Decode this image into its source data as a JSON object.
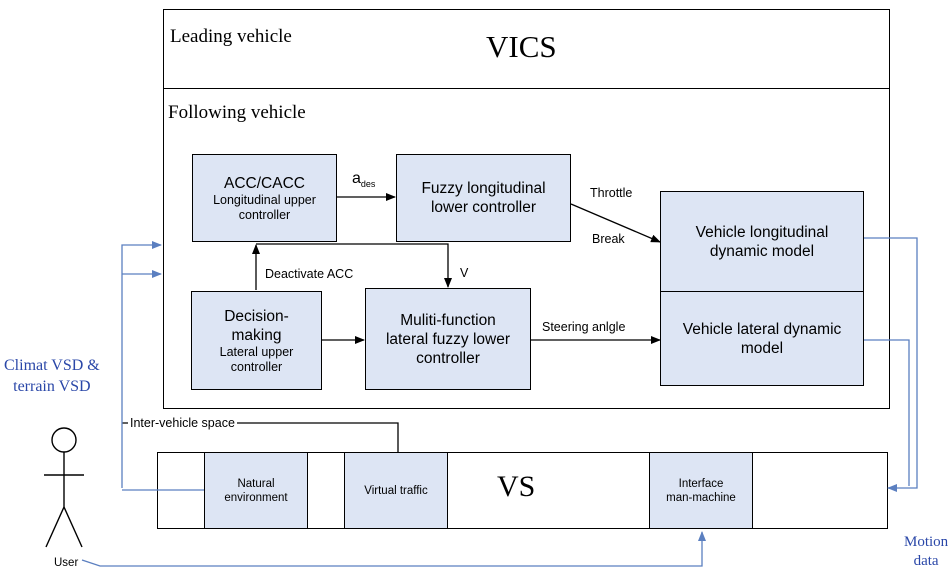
{
  "vics": {
    "leading_label": "Leading vehicle",
    "title": "VICS",
    "following_label": "Following vehicle"
  },
  "blocks": {
    "acc": {
      "line1": "ACC/CACC",
      "line2": "Longitudinal upper",
      "line3": "controller"
    },
    "fuzzy_long": {
      "line1": "Fuzzy longitudinal",
      "line2": "lower controller"
    },
    "veh_long": {
      "line1": "Vehicle longitudinal",
      "line2": "dynamic model"
    },
    "decision": {
      "line1": "Decision-",
      "line2": "making",
      "line3": "Lateral upper",
      "line4": "controller"
    },
    "multi": {
      "line1": "Muliti-function",
      "line2": "lateral fuzzy lower",
      "line3": "controller"
    },
    "veh_lat": {
      "line1": "Vehicle lateral dynamic",
      "line2": "model"
    }
  },
  "edge_labels": {
    "a_des_main": "a",
    "a_des_sub": "des",
    "throttle": "Throttle",
    "break": "Break",
    "deactivate_acc": "Deactivate ACC",
    "v": "V",
    "steering_angle": "Steering anlgle",
    "inter_vehicle_space": "Inter-vehicle space"
  },
  "vs": {
    "title": "VS",
    "natural_env": {
      "line1": "Natural",
      "line2": "environment"
    },
    "virtual_traffic": "Virtual traffic",
    "interface": {
      "line1": "Interface",
      "line2": "man-machine"
    }
  },
  "side_labels": {
    "climat": {
      "line1": "Climat VSD &",
      "line2": "terrain VSD"
    },
    "motion": {
      "line1": "Motion",
      "line2": "data"
    },
    "user": "User"
  },
  "colors": {
    "block_fill": "#dde5f4",
    "feedback_line": "#5b7fc0",
    "side_text": "#2a47a8"
  }
}
